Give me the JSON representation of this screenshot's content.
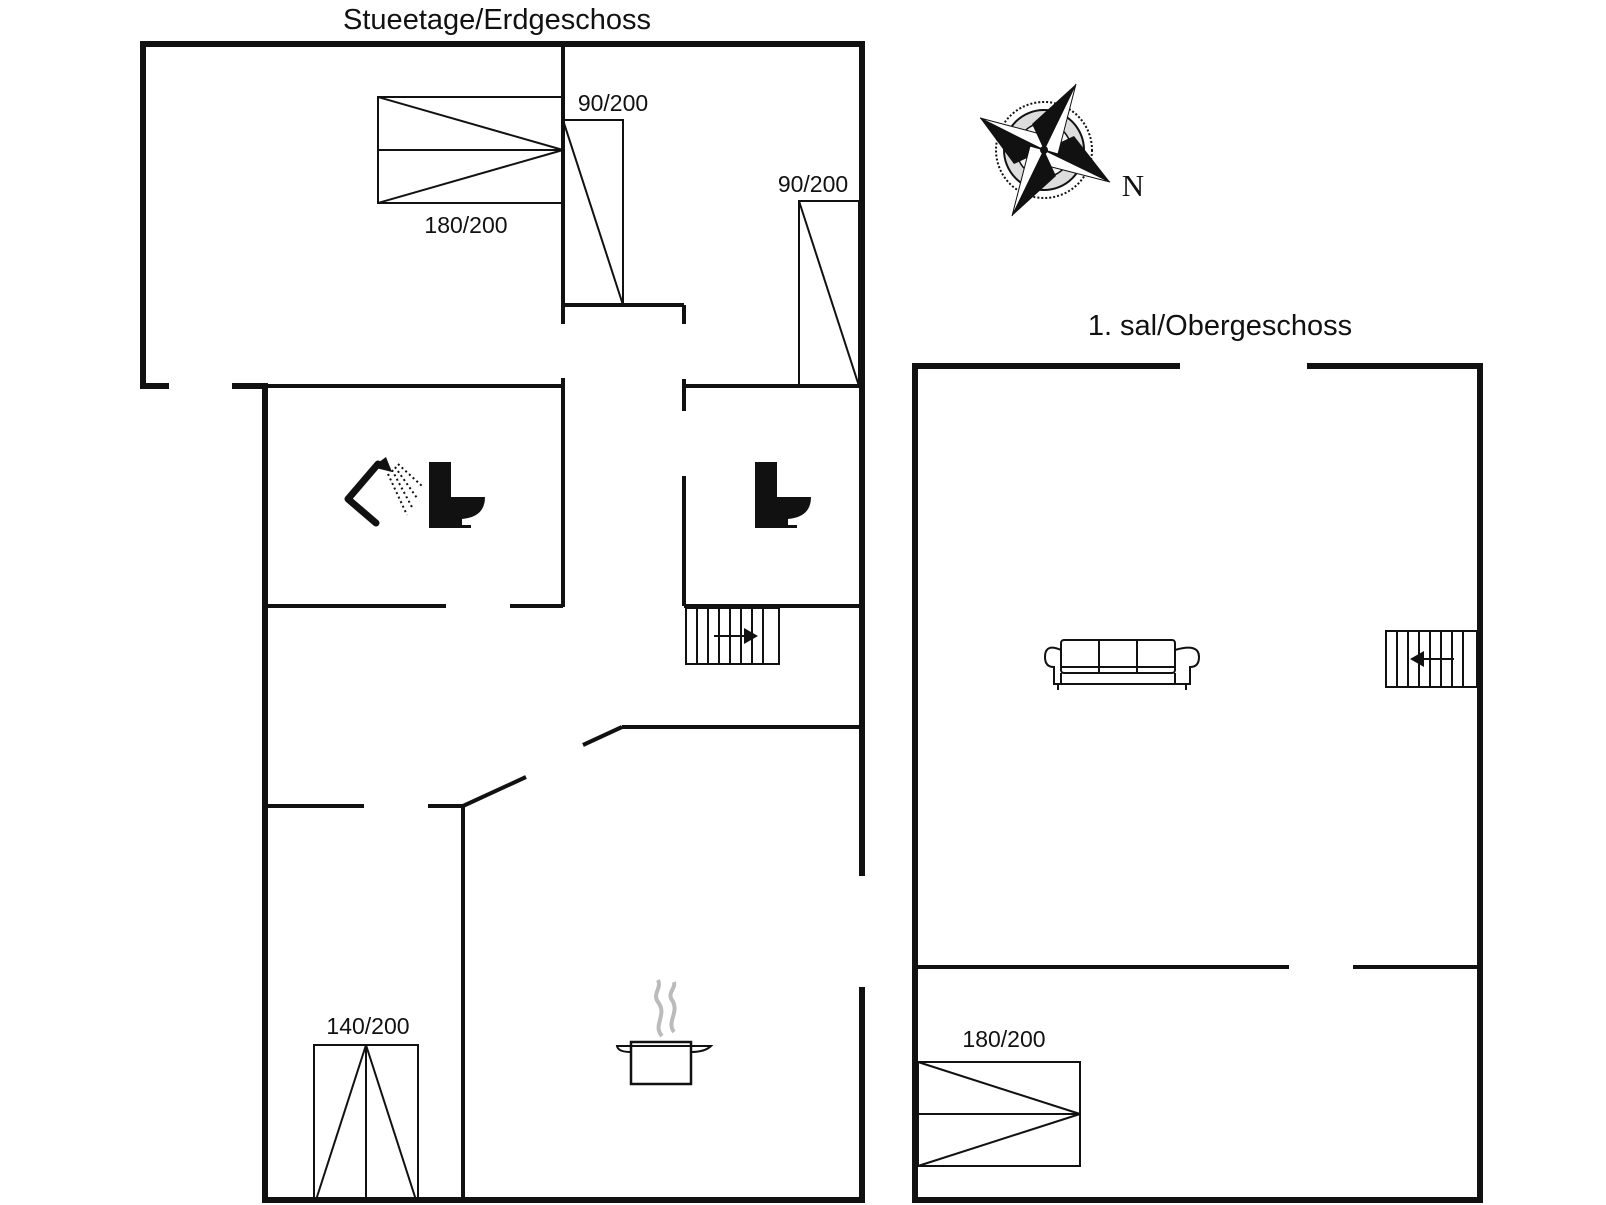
{
  "floors": {
    "ground": {
      "title": "Stueetage/Erdgeschoss",
      "beds": {
        "double_top": "180/200",
        "single_top": "90/200",
        "single_right": "90/200",
        "double_bottom": "140/200"
      }
    },
    "upper": {
      "title": "1. sal/Obergeschoss",
      "beds": {
        "double": "180/200"
      }
    }
  },
  "compass": {
    "north_label": "N"
  },
  "icons": [
    "shower-icon",
    "toilet-icon",
    "staircase-icon",
    "sofa-icon",
    "cooking-pot-icon",
    "compass-rose-icon",
    "bed-icon"
  ]
}
